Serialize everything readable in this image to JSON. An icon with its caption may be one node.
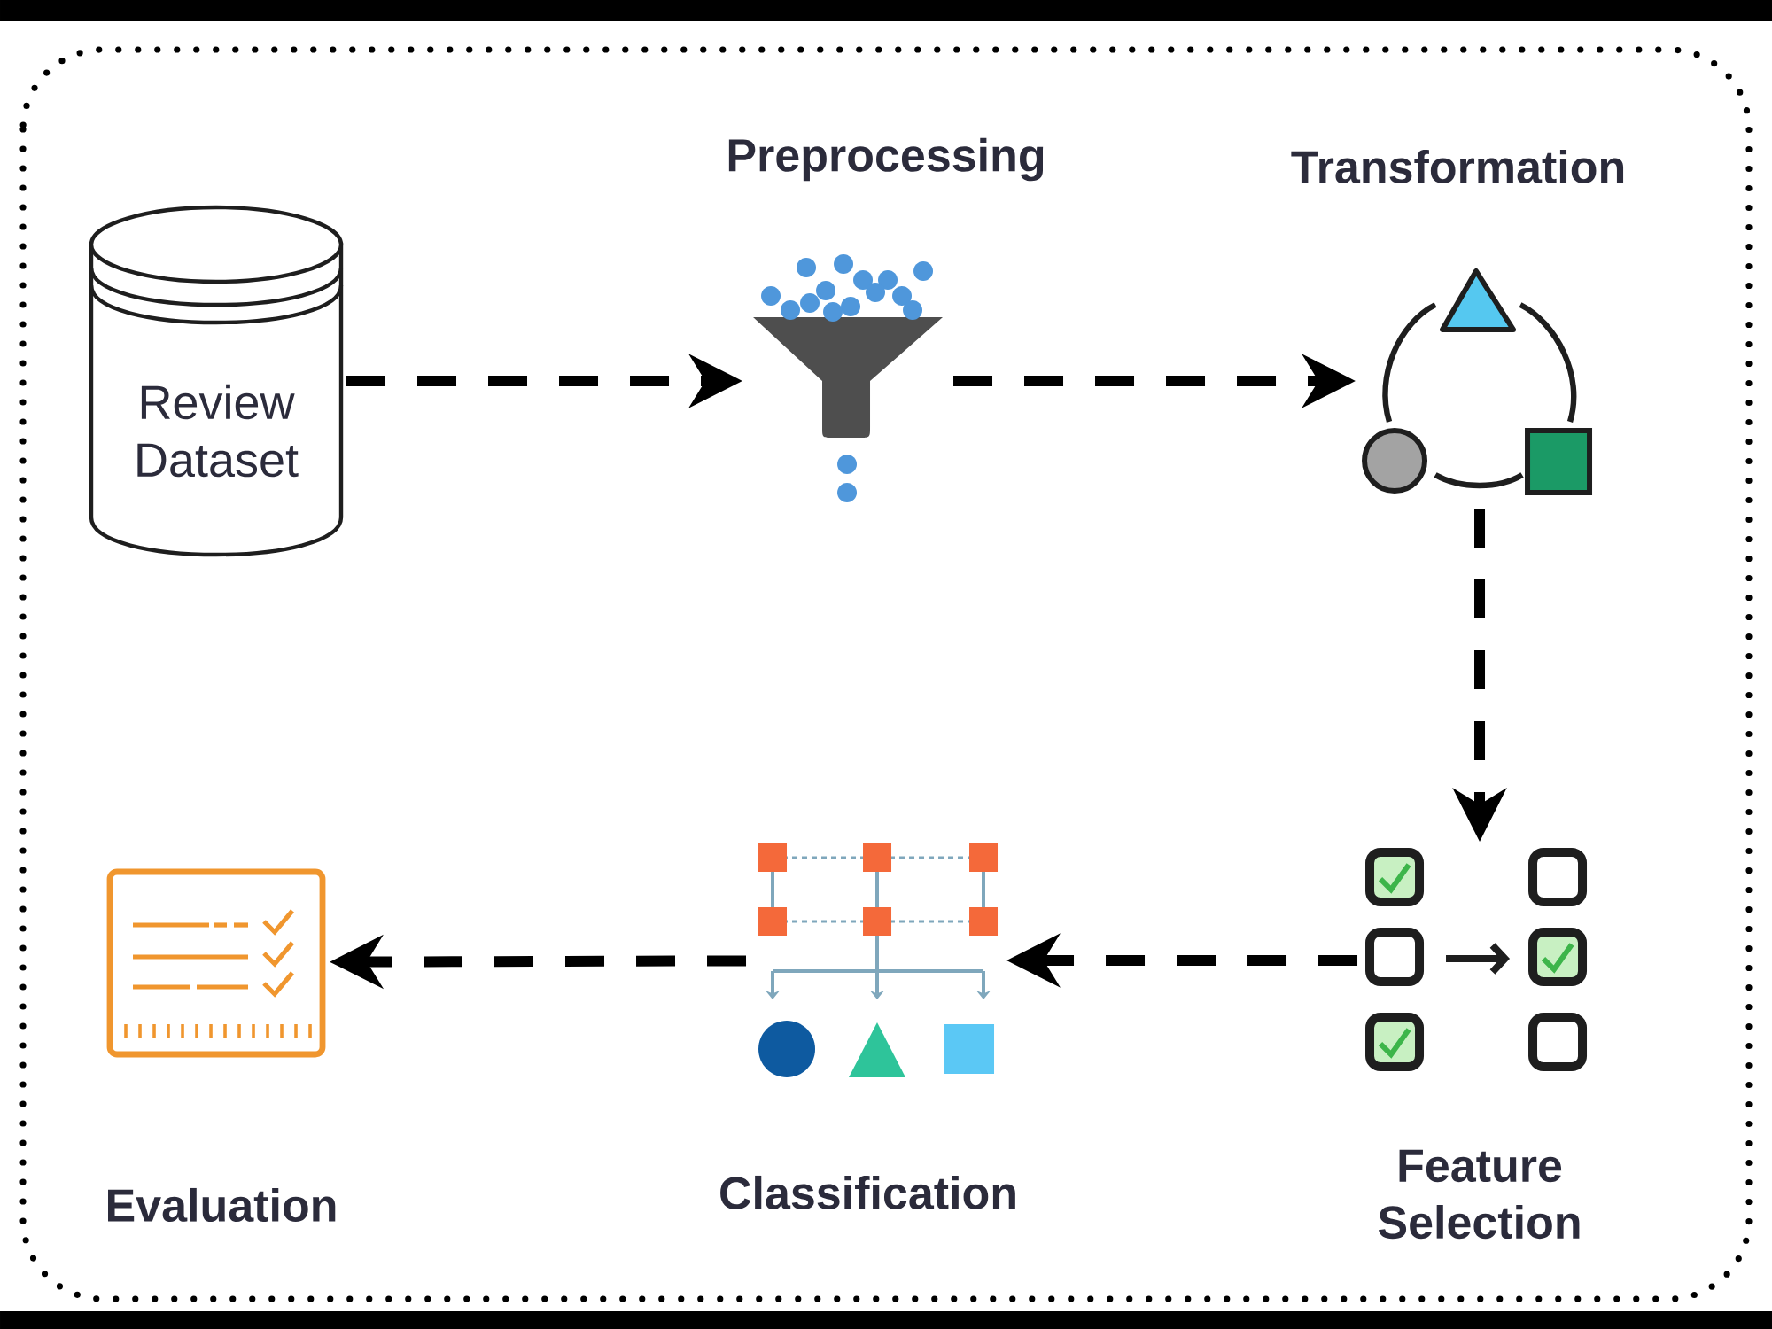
{
  "diagram": {
    "nodes": [
      {
        "text": [
          "Review Dataset"
        ]
      },
      {
        "text": [],
        "shape": "picture",
        "beside": [
          "Preprocessing"
        ]
      },
      {
        "text": [],
        "shape": "picture",
        "beside": [
          "Transformation"
        ]
      },
      {
        "text": [],
        "shape": "picture",
        "beside": [
          "Feature Selection"
        ]
      },
      {
        "text": [],
        "shape": "picture",
        "beside": [
          "Classification"
        ]
      },
      {
        "text": [],
        "shape": "picture",
        "beside": [
          "Evaluation"
        ]
      }
    ],
    "edges": [
      {
        "from": 0,
        "to": 1,
        "arrow": "to",
        "style": "dashed"
      },
      {
        "from": 1,
        "to": 2,
        "arrow": "to",
        "style": "dashed"
      },
      {
        "from": 2,
        "to": 3,
        "arrow": "to",
        "style": "dashed"
      },
      {
        "from": 3,
        "to": 4,
        "arrow": "to",
        "style": "dashed"
      },
      {
        "from": 4,
        "to": 5,
        "arrow": "to",
        "style": "dashed"
      }
    ]
  }
}
